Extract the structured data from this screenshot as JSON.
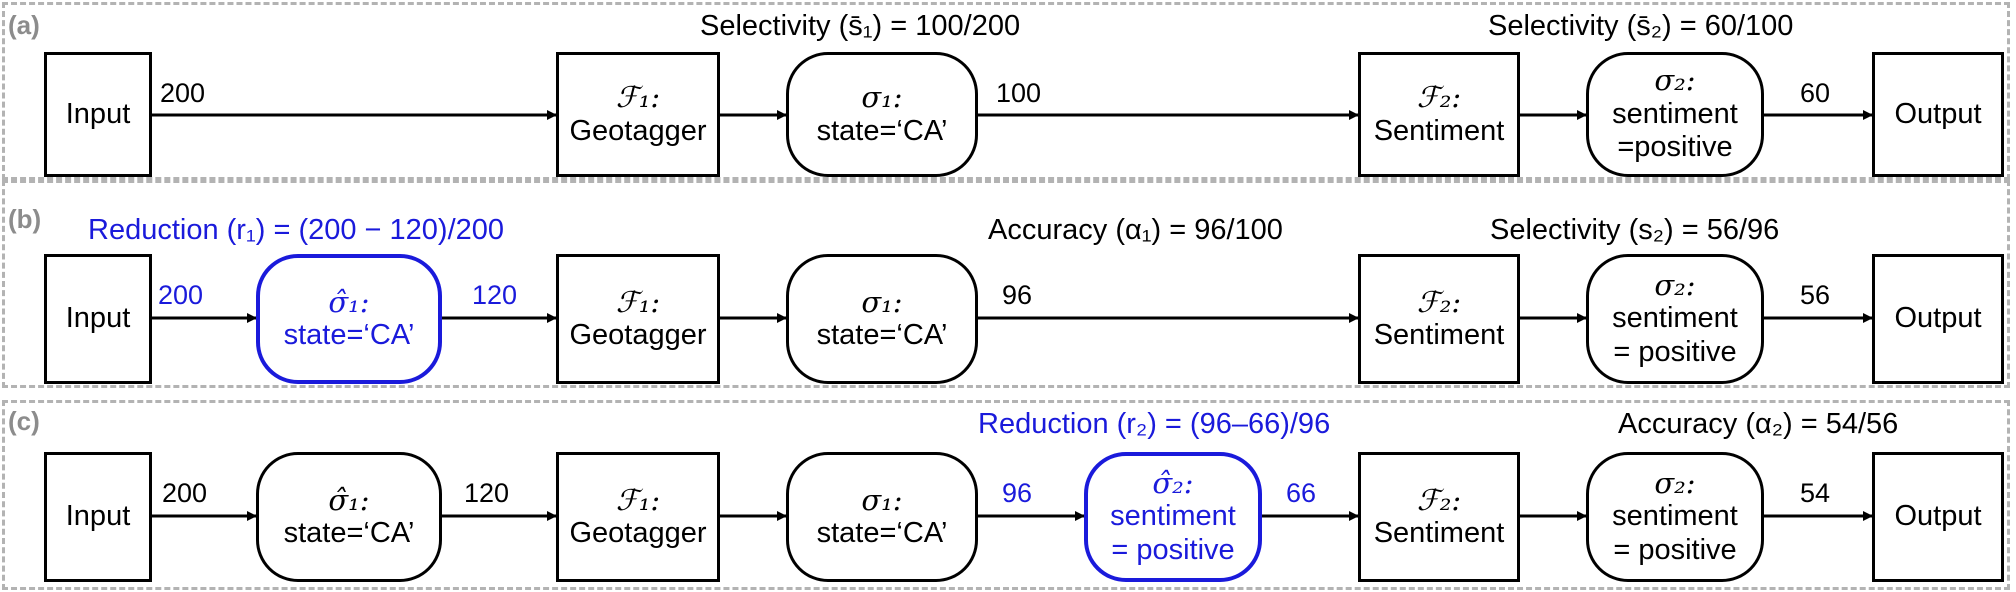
{
  "panels": {
    "a": {
      "label": "(a)",
      "annotations": [
        "Selectivity (s̄₁) = 100/200",
        "Selectivity (s̄₂) = 60/100"
      ],
      "nodes": {
        "input": "Input",
        "f1_title": "ℱ₁:",
        "f1_name": "Geotagger",
        "sigma1_title": "σ₁:",
        "sigma1_cond": "state=‘CA’",
        "f2_title": "ℱ₂:",
        "f2_name": "Sentiment",
        "sigma2_title": "σ₂:",
        "sigma2_line1": "sentiment",
        "sigma2_line2": "=positive",
        "output": "Output"
      },
      "counts": [
        "200",
        "100",
        "60"
      ]
    },
    "b": {
      "label": "(b)",
      "annotations": [
        "Reduction (r₁) = (200 − 120)/200",
        "Accuracy (α₁) = 96/100",
        "Selectivity (s₂) = 56/96"
      ],
      "nodes": {
        "input": "Input",
        "sigmahat1_title": "σ̂₁:",
        "sigmahat1_cond": "state=‘CA’",
        "f1_title": "ℱ₁:",
        "f1_name": "Geotagger",
        "sigma1_title": "σ₁:",
        "sigma1_cond": "state=‘CA’",
        "f2_title": "ℱ₂:",
        "f2_name": "Sentiment",
        "sigma2_title": "σ₂:",
        "sigma2_line1": "sentiment",
        "sigma2_line2": "= positive",
        "output": "Output"
      },
      "counts": [
        "200",
        "120",
        "96",
        "56"
      ]
    },
    "c": {
      "label": "(c)",
      "annotations": [
        "Reduction (r₂) = (96–66)/96",
        "Accuracy (α₂) = 54/56"
      ],
      "nodes": {
        "input": "Input",
        "sigmahat1_title": "σ̂₁:",
        "sigmahat1_cond": "state=‘CA’",
        "f1_title": "ℱ₁:",
        "f1_name": "Geotagger",
        "sigma1_title": "σ₁:",
        "sigma1_cond": "state=‘CA’",
        "sigmahat2_title": "σ̂₂:",
        "sigmahat2_line1": "sentiment",
        "sigmahat2_line2": "= positive",
        "f2_title": "ℱ₂:",
        "f2_name": "Sentiment",
        "sigma2_title": "σ₂:",
        "sigma2_line1": "sentiment",
        "sigma2_line2": "= positive",
        "output": "Output"
      },
      "counts": [
        "200",
        "120",
        "96",
        "66",
        "54"
      ]
    }
  },
  "colors": {
    "highlight": "#1a1adb",
    "panel_border": "#b3b3b3",
    "panel_label": "#8c8c8c"
  }
}
